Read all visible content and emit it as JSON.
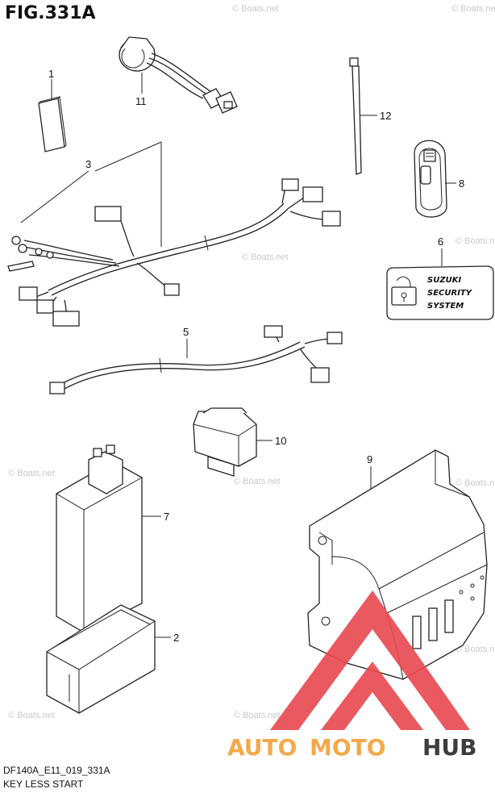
{
  "figure": {
    "title": "FIG.331A",
    "code": "DF140A_E11_019_331A",
    "description": "KEY LESS START"
  },
  "callouts": [
    "1",
    "2",
    "3",
    "5",
    "6",
    "7",
    "8",
    "9",
    "10",
    "11",
    "12"
  ],
  "security_label": {
    "line1": "SUZUKI",
    "line2": "SECURITY",
    "line3": "SYSTEM"
  },
  "watermark": {
    "text": "© Boats.net",
    "color": "#c9c9c9"
  },
  "brand": {
    "part1": "AUTO",
    "part2": "MOTO",
    "part3": "HUB",
    "color_orange": "#f3a94a",
    "color_dark": "#3d3d3d",
    "color_red": "#e8474e"
  }
}
